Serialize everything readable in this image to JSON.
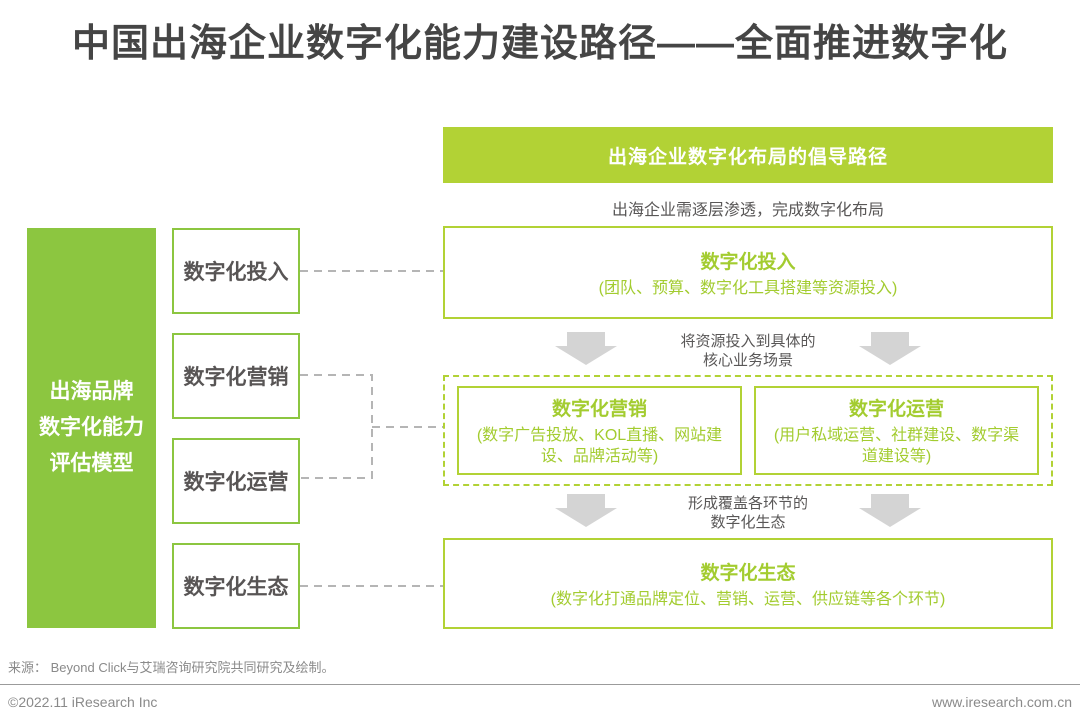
{
  "title": "中国出海企业数字化能力建设路径——全面推进数字化",
  "colors": {
    "left_panel_green": "#8cc640",
    "accent_yellow_green": "#b2d235",
    "text_dark_gray": "#585555",
    "connector_gray": "#b5b5b5",
    "arrow_gray": "#d4d4d4"
  },
  "left_panel": {
    "lines": [
      "出海品牌",
      "数字化能力",
      "评估模型"
    ]
  },
  "capabilities": [
    "数字化投入",
    "数字化营销",
    "数字化运营",
    "数字化生态"
  ],
  "right_panel": {
    "header": "出海企业数字化布局的倡导路径",
    "subheader": "出海企业需逐层渗透，完成数字化布局",
    "stage1": {
      "title": "数字化投入",
      "desc": "(团队、预算、数字化工具搭建等资源投入)"
    },
    "transition1": {
      "line1": "将资源投入到具体的",
      "line2": "核心业务场景"
    },
    "stage2": [
      {
        "title": "数字化营销",
        "desc": "(数字广告投放、KOL直播、网站建设、品牌活动等)"
      },
      {
        "title": "数字化运营",
        "desc": "(用户私域运营、社群建设、数字渠道建设等)"
      }
    ],
    "transition2": {
      "line1": "形成覆盖各环节的",
      "line2": "数字化生态"
    },
    "stage3": {
      "title": "数字化生态",
      "desc": "(数字化打通品牌定位、营销、运营、供应链等各个环节)"
    }
  },
  "footer": {
    "source": "来源： Beyond Click与艾瑞咨询研究院共同研究及绘制。",
    "copyright": "©2022.11 iResearch Inc",
    "website": "www.iresearch.com.cn"
  }
}
